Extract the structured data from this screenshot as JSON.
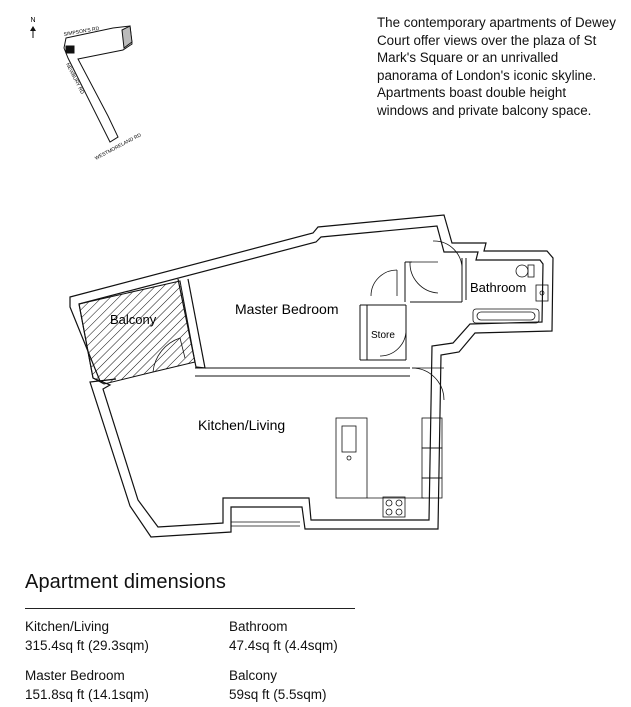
{
  "intro": {
    "text": "The contemporary apartments of Dewey Court offer views over the plaza of St Mark's Square or an unrivalled panorama of London's iconic skyline. Apartments boast double height windows and private balcony space."
  },
  "location_map": {
    "north_label": "N",
    "roads": [
      "SIMPSON'S RD",
      "NEWBURY RD",
      "WESTMORELAND RD"
    ]
  },
  "floorplan": {
    "rooms": {
      "balcony": "Balcony",
      "master_bedroom": "Master Bedroom",
      "store": "Store",
      "bathroom": "Bathroom",
      "kitchen_living": "Kitchen/Living"
    }
  },
  "dimensions": {
    "title": "Apartment dimensions",
    "items": [
      {
        "name": "Kitchen/Living",
        "size": "315.4sq ft (29.3sqm)"
      },
      {
        "name": "Bathroom",
        "size": "47.4sq ft (4.4sqm)"
      },
      {
        "name": "Master Bedroom",
        "size": "151.8sq ft (14.1sqm)"
      },
      {
        "name": "Balcony",
        "size": "59sq ft (5.5sqm)"
      }
    ]
  },
  "colors": {
    "ink": "#111111",
    "wall_fill": "#ffffff"
  }
}
